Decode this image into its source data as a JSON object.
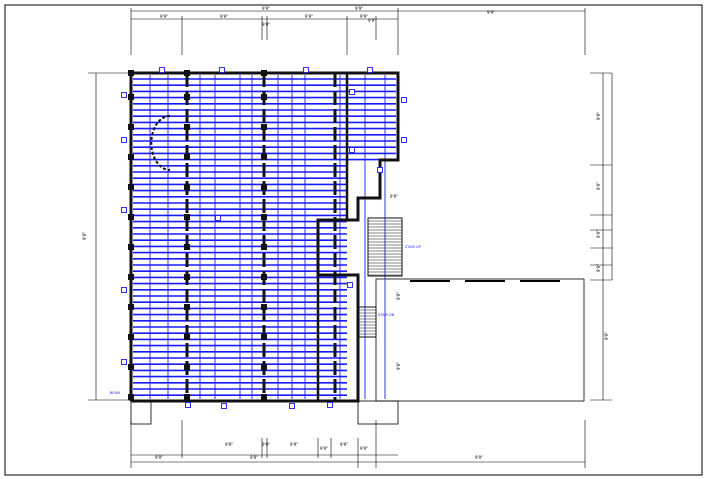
{
  "drawing": {
    "title": "",
    "top_dims_row1": [
      "9'9\"",
      "9'9\"",
      "9'9\"",
      "9'9\"",
      "9'9\"",
      "9'9\""
    ],
    "top_dims_row2": [
      "9'9\"",
      "9'9\"",
      "9'9\"",
      "9'9\"",
      "9'9\""
    ],
    "bottom_dims_row1": [
      "9'9\"",
      "9'9\"",
      "9'9\"",
      "9'9\"",
      "9'9\"",
      "9'9\""
    ],
    "bottom_dims_row2": [
      "9'9\"",
      "9'9\"",
      "9'9\""
    ],
    "left_dim": "9'9\"",
    "right_dims": [
      "9'9\"",
      "9'9\"",
      "9'9\"",
      "9'9\"",
      "9'9\""
    ],
    "annex_dims": [
      "9'9\"",
      "9'9\"",
      "9'9\""
    ],
    "stair_label_1": "STAIR UP",
    "stair_label_2": "STAIR DN",
    "left_note": "BEAM",
    "colors": {
      "plan_blue": "#1a1aff",
      "wall_black": "#111111",
      "frame": "#000000"
    }
  }
}
